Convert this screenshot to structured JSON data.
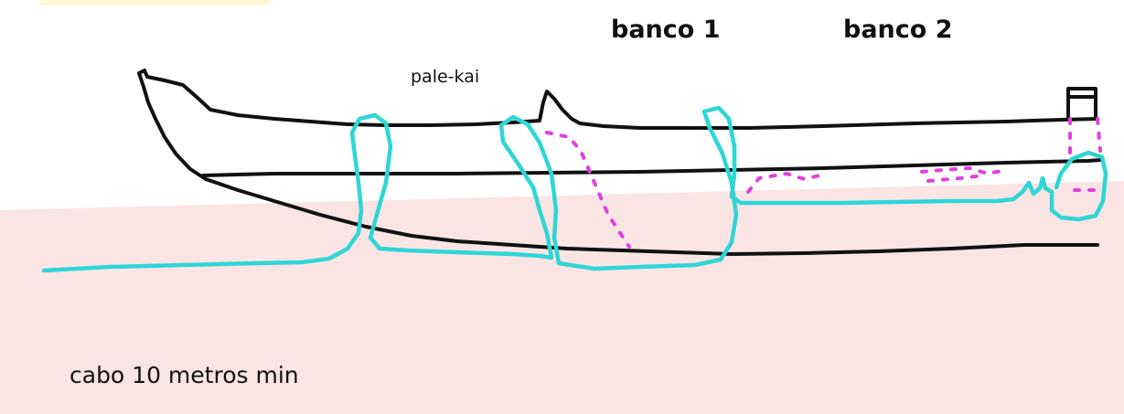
{
  "labels": {
    "pale_kai": "pale-kai",
    "banco_1": "banco 1",
    "banco_2": "banco 2",
    "cabo": "cabo 10 metros min"
  },
  "colors": {
    "background": "#ffffff",
    "water": "#fbe4e4",
    "hull": "#111111",
    "rope": "#2ed6d6",
    "dotted_line": "#e040e0",
    "top_mark": "#fff8d6"
  }
}
